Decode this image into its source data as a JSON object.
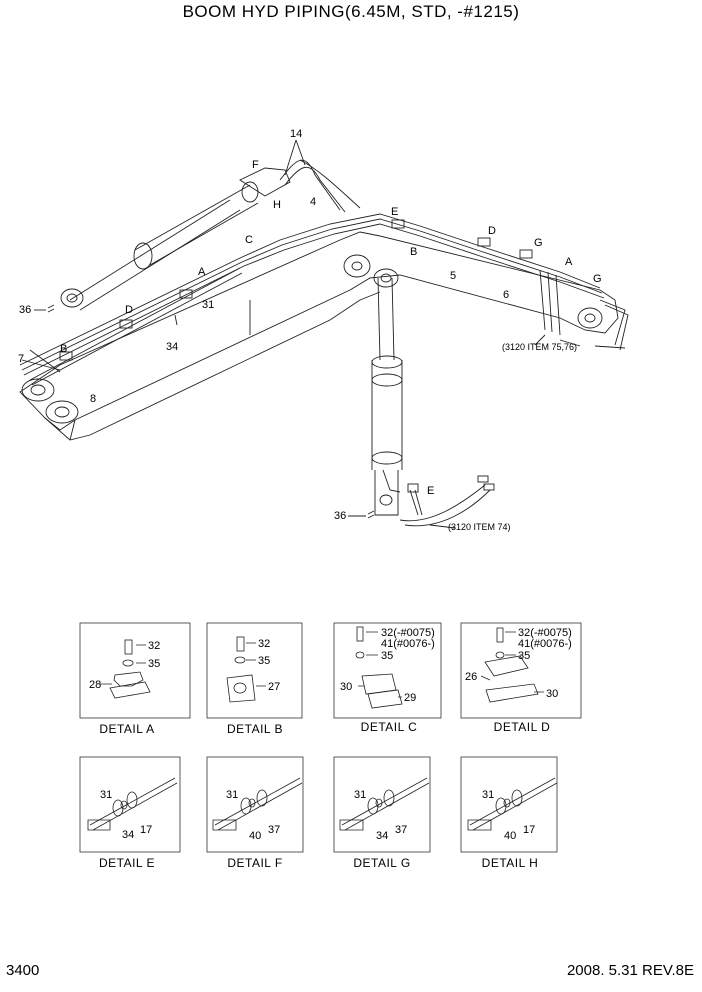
{
  "title": "BOOM HYD PIPING(6.45M, STD, -#1215)",
  "page_number": "3400",
  "revision": "2008. 5.31  REV.8E",
  "callouts": {
    "c14": "14",
    "cF": "F",
    "cH": "H",
    "c4": "4",
    "cE_top": "E",
    "cD_top": "D",
    "cG_top": "G",
    "cB_top": "B",
    "c5": "5",
    "c6": "6",
    "cA_right": "A",
    "cG_right": "G",
    "cC": "C",
    "cA_left": "A",
    "c31": "31",
    "c36_top": "36",
    "cD_left": "D",
    "c34": "34",
    "c7": "7",
    "cB_left": "B",
    "c8": "8",
    "cE_bottom": "E",
    "c36_bottom": "36",
    "ref_75_76": "(3120 ITEM 75,76)",
    "ref_74": "(3120 ITEM 74)"
  },
  "details": {
    "A": {
      "caption": "DETAIL  A",
      "labels": [
        "32",
        "35",
        "28"
      ]
    },
    "B": {
      "caption": "DETAIL  B",
      "labels": [
        "32",
        "35",
        "27"
      ]
    },
    "C": {
      "caption": "DETAIL  C",
      "labels": [
        "32(-#0075)",
        "41(#0076-)",
        "35",
        "30",
        "29"
      ]
    },
    "D": {
      "caption": "DETAIL  D",
      "labels": [
        "32(-#0075)",
        "41(#0076-)",
        "35",
        "26",
        "30"
      ]
    },
    "E": {
      "caption": "DETAIL  E",
      "labels": [
        "31",
        "34",
        "17"
      ]
    },
    "F": {
      "caption": "DETAIL  F",
      "labels": [
        "31",
        "40",
        "37"
      ]
    },
    "G": {
      "caption": "DETAIL  G",
      "labels": [
        "31",
        "34",
        "37"
      ]
    },
    "H": {
      "caption": "DETAIL  H",
      "labels": [
        "31",
        "40",
        "17"
      ]
    }
  }
}
